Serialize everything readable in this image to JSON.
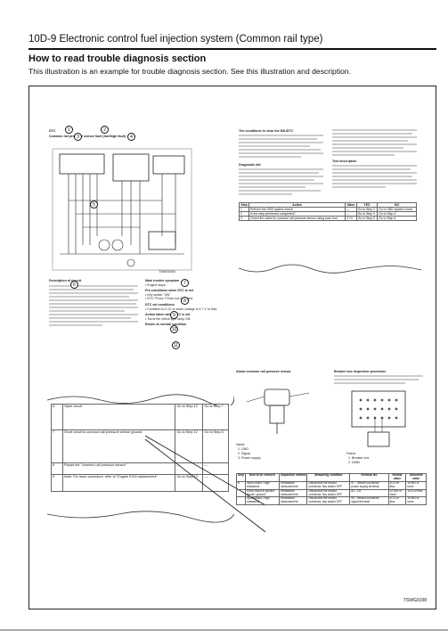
{
  "header": {
    "title": "10D-9  Electronic control fuel injection system (Common rail type)"
  },
  "section": {
    "heading": "How to read trouble diagnosis section",
    "description": "This illustration is an example for trouble diagnosis section. See this illustration and description."
  },
  "figure_code": "TSWG0198",
  "callouts": [
    "1",
    "2",
    "3",
    "4",
    "5",
    "6",
    "7",
    "8",
    "9",
    "10",
    "11"
  ],
  "left_page": {
    "dtc_line1": "DTC",
    "dtc_line2": "Common rail pressure sensor fault (low/high fault)",
    "diagram_caption": "TSWG0000",
    "desc_heading": "Description of circuit",
    "main_heading": "Main trouble symptom",
    "main_item": "• Engine stops",
    "pre_heading": "Pre-conditions when DTC is set",
    "pre_items": [
      "• Key switch \"ON\"",
      "• DTC P1xxx, P2xxx not detected."
    ],
    "set_heading": "DTC set conditions",
    "set_items": [
      "• Condition is 0.1V or lower voltage is 4.7 V or less."
    ],
    "action_heading": "Action taken when DTC is set",
    "action_items": [
      "• Turns the check light lamp ON."
    ],
    "return_heading": "Return to normal condition"
  },
  "right_page": {
    "cond_heading": "The conditions to clear the MIL/DTC",
    "diag_heading": "Diagnostic aid",
    "test_heading": "Test description",
    "table_headers": [
      "Step",
      "Action",
      "Value",
      "YES",
      "NO"
    ],
    "table_rows": [
      [
        "1",
        "Perform the OBD system check.",
        "—",
        "Go to Step 2",
        "Go to OBD system check"
      ],
      [
        "2",
        "Is the step performed completed?",
        "—",
        "Go to Step 3",
        "Go to Step 4"
      ],
      [
        "3",
        "Check the value for common rail pressure sensor using scan tool.",
        "0.7V",
        "Go to Step 5",
        "Go to Step 6"
      ]
    ]
  },
  "lower_left": {
    "rows": [
      [
        "6",
        "Open circuit",
        "Go to Step 12",
        "Go to Step 7"
      ],
      [
        "7",
        "Short circuit to common rail pressure sensor ground",
        "Go to Step 12",
        "Go to Step 8"
      ],
      [
        "8",
        "Repair the \"common rail pressure sensor\"",
        "—",
        "—"
      ],
      [
        "9",
        "Note: For more procedure, refer to \"Engine ECM replacement\"",
        "Go to Step 10",
        "—"
      ]
    ]
  },
  "lower_right": {
    "sensor_heading": "About common rail pressure sensor",
    "name_label": "Name",
    "name_items": [
      "1. GND",
      "2. Signal",
      "3. Power supply"
    ],
    "breaker_heading": "Breaker box inspection procedure",
    "frame_label": "Frame",
    "frame_items": [
      "1. Breaker box",
      "2. DMM"
    ],
    "table_headers": [
      "Step",
      "Item to be checked",
      "Inspection method",
      "Measuring condition",
      "Terminal No.",
      "Normal value",
      "Abnormal value"
    ],
    "table_rows": [
      [
        "8",
        "Open circuit / high resistance",
        "Resistance measurement",
        "Disconnect the sensor connector, key switch OFF",
        "57 - Sensor connector power supply terminal",
        "10 Ω or less",
        "10 MΩ or more"
      ],
      [
        "",
        "Short circuit to ground circuit / ground",
        "Resistance measurement",
        "Disconnect the sensor connector, key switch OFF",
        "83 - 111",
        "10 MΩ or more",
        "10 Ω or less"
      ],
      [
        "",
        "Open circuit / high resistance",
        "Resistance measurement",
        "Disconnect the sensor connector, key switch OFF",
        "93 - Sensor connector signal terminal",
        "10 Ω or less",
        "10 MΩ or more"
      ]
    ]
  }
}
